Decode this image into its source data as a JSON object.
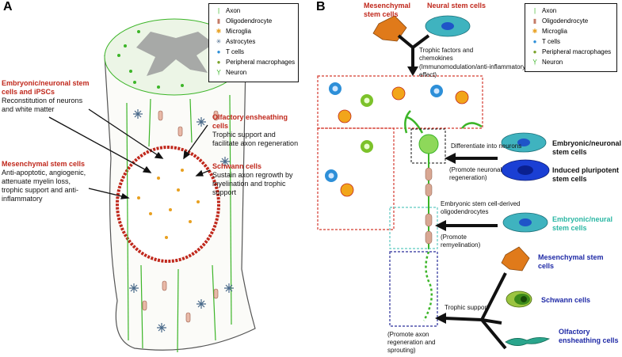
{
  "panelA": {
    "label": "A",
    "legend": [
      "Axon",
      "Oligodendrocyte",
      "Microglia",
      "Astrocytes",
      "T cells",
      "Peripheral macrophages",
      "Neuron"
    ],
    "esc": {
      "title": "Embryonic/neuronal stem cells and iPSCs",
      "desc": "Reconstitution of neurons and white matter"
    },
    "msc": {
      "title": "Mesenchymal stem cells",
      "desc": "Anti-apoptotic, angiogenic, attenuate myelin loss, trophic support and anti-inflammatory"
    },
    "oec": {
      "title": "Olfactory ensheathing cells",
      "desc": "Trophic support and facilitate axon regeneration"
    },
    "schwann": {
      "title": "Schwann cells",
      "desc": "Sustain axon regrowth by myelination and trophic support"
    }
  },
  "panelB": {
    "label": "B",
    "legend": [
      "Axon",
      "Oligodendrocyte",
      "Microglia",
      "T cells",
      "Peripheral macrophages",
      "Neuron"
    ],
    "msc_top": "Mesenchymal stem cells",
    "nsc_top": "Neural stem cells",
    "trophic_top": "Trophic factors and chemokines",
    "immuno": "(Immunomodulation/anti-inflammatory effect)",
    "differentiate": "Differentiate into neurons",
    "promote_neuronal": "(Promote neuronal regeneration)",
    "embryonic_neuronal": "Embryonic/neuronal stem cells",
    "ipsc": "Induced pluripotent stem cells",
    "oligo_derived": "Embryonic stem cell-derived oligodendrocytes",
    "promote_remyelination": "(Promote remyelination)",
    "embryonic_neural": "Embryonic/neural stem cells",
    "trophic_support": "Trophic support",
    "promote_axon": "(Promote axon regeneration and sprouting)",
    "msc_bottom": "Mesenchymal stem cells",
    "schwann": "Schwann cells",
    "olfactory": "Olfactory ensheathing cells"
  },
  "colors": {
    "red_label": "#c0281c",
    "teal_label": "#2bb7a4",
    "navy_label": "#1f2aa6",
    "axon_green": "#3cb528",
    "red_box": "#d43a2f",
    "black_box": "#111111",
    "teal_box": "#5ec9c0",
    "navy_box": "#2a2f9a"
  }
}
